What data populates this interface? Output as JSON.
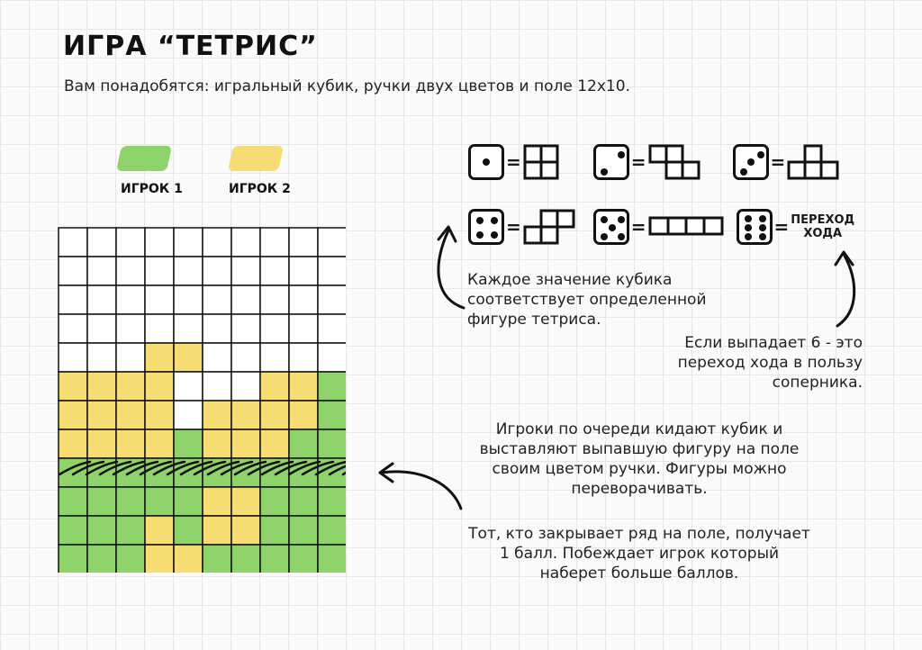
{
  "title": "ИГРА “ТЕТРИС”",
  "subtitle": "Вам понадобятся: игральный кубик, ручки двух цветов и поле 12х10.",
  "legend": [
    {
      "label": "ИГРОК 1",
      "color": "#8ed46a"
    },
    {
      "label": "ИГРОК 2",
      "color": "#f7dc74"
    }
  ],
  "board": {
    "rows": 12,
    "cols": 10,
    "colors": {
      "0": "#ffffff",
      "G": "#8ed46a",
      "Y": "#f7dc74"
    },
    "cells": [
      "0000000000",
      "0000000000",
      "0000000000",
      "0000000000",
      "000YY00000",
      "YYYY000YYG",
      "YYYY0YYYYG",
      "YYYYGYYYGG",
      "GGGGGGGGGG",
      "GGGGGYYGGG",
      "GGGYGYYGGG",
      "GGGYYGGGGG"
    ],
    "hatched_row": 8
  },
  "dice": [
    {
      "value": 1,
      "label": ""
    },
    {
      "value": 2,
      "label": ""
    },
    {
      "value": 3,
      "label": ""
    },
    {
      "value": 4,
      "label": ""
    },
    {
      "value": 5,
      "label": ""
    },
    {
      "value": 6,
      "label": "ПЕРЕХОД ХОДА"
    }
  ],
  "turn_label_line1": "ПЕРЕХОД",
  "turn_label_line2": "ХОДА",
  "notes": {
    "dice_note": [
      "Каждое значение кубика",
      "соответствует определенной",
      "фигуре тетриса."
    ],
    "six_note": [
      "Если выпадает 6 - это",
      "переход хода в пользу",
      "соперника."
    ],
    "turns_note": [
      "Игроки по очереди кидают кубик и",
      "выставляют выпавшую фигуру на поле",
      "своим цветом ручки. Фигуры можно",
      "переворачивать."
    ],
    "score_note": [
      "Тот, кто закрывает ряд на поле, получает",
      "1 балл. Побеждает игрок который",
      "наберет больше баллов."
    ]
  }
}
